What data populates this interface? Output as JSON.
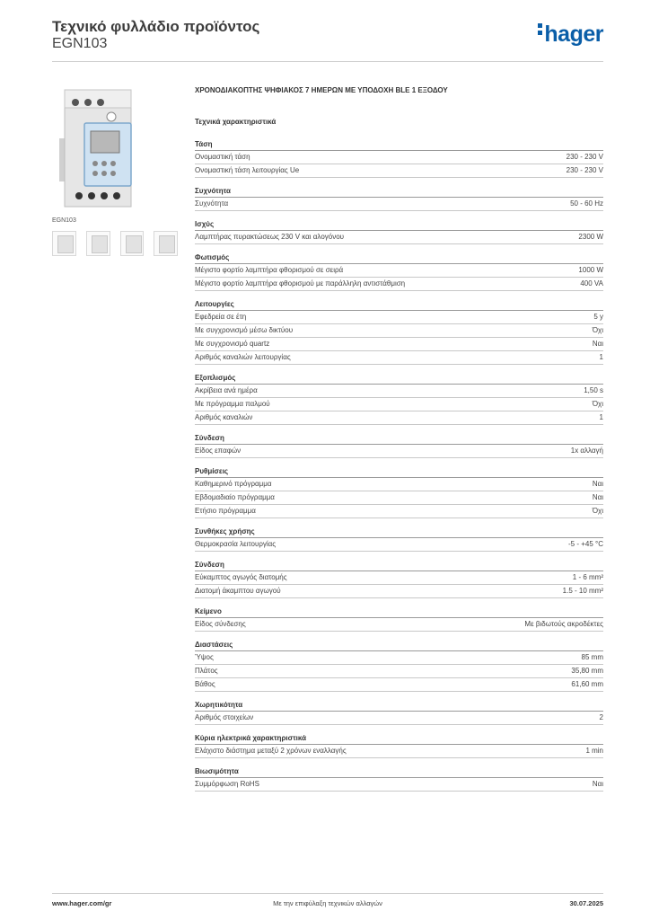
{
  "header": {
    "title": "Τεχνικό φυλλάδιο προϊόντος",
    "code": "EGN103",
    "logo": "hager"
  },
  "product": {
    "name": "ΧΡΟΝΟΔΙΑΚΟΠΤΗΣ ΨΗΦΙΑΚΟΣ 7 ΗΜΕΡΩΝ ΜΕ ΥΠΟΔΟΧΗ BLE 1 ΕΞΟΔΟΥ",
    "image_caption": "EGN103",
    "specs_title": "Τεχνικά χαρακτηριστικά"
  },
  "sections": [
    {
      "title": "Τάση",
      "rows": [
        {
          "label": "Ονομαστική τάση",
          "value": "230 - 230 V"
        },
        {
          "label": "Ονομαστική τάση λειτουργίας Ue",
          "value": "230 - 230 V"
        }
      ]
    },
    {
      "title": "Συχνότητα",
      "rows": [
        {
          "label": "Συχνότητα",
          "value": "50 - 60 Hz"
        }
      ]
    },
    {
      "title": "Ισχύς",
      "rows": [
        {
          "label": "Λαμπτήρας πυρακτώσεως 230 V και αλογόνου",
          "value": "2300 W"
        }
      ]
    },
    {
      "title": "Φωτισμός",
      "rows": [
        {
          "label": "Μέγιστο φορτίο λαμπτήρα φθορισμού σε σειρά",
          "value": "1000 W"
        },
        {
          "label": "Μέγιστο φορτίο λαμπτήρα φθορισμού με παράλληλη αντιστάθμιση",
          "value": "400 VA"
        }
      ]
    },
    {
      "title": "Λειτουργίες",
      "rows": [
        {
          "label": "Εφεδρεία σε έτη",
          "value": "5 y"
        },
        {
          "label": "Με συγχρονισμό μέσω δικτύου",
          "value": "Όχι"
        },
        {
          "label": "Με συγχρονισμό quartz",
          "value": "Ναι"
        },
        {
          "label": "Αριθμός καναλιών λειτουργίας",
          "value": "1"
        }
      ]
    },
    {
      "title": "Εξοπλισμός",
      "rows": [
        {
          "label": "Ακρίβεια ανά ημέρα",
          "value": "1,50 s"
        },
        {
          "label": "Με πρόγραμμα παλμού",
          "value": "Όχι"
        },
        {
          "label": "Αριθμός καναλιών",
          "value": "1"
        }
      ]
    },
    {
      "title": "Σύνδεση",
      "rows": [
        {
          "label": "Είδος επαφών",
          "value": "1x αλλαγή"
        }
      ]
    },
    {
      "title": "Ρυθμίσεις",
      "rows": [
        {
          "label": "Καθημερινό πρόγραμμα",
          "value": "Ναι"
        },
        {
          "label": "Εβδομαδιαίο πρόγραμμα",
          "value": "Ναι"
        },
        {
          "label": "Ετήσιο πρόγραμμα",
          "value": "Όχι"
        }
      ]
    },
    {
      "title": "Συνθήκες χρήσης",
      "rows": [
        {
          "label": "Θερμοκρασία λειτουργίας",
          "value": "-5 - +45 °C"
        }
      ]
    },
    {
      "title": "Σύνδεση",
      "rows": [
        {
          "label": "Εύκαμπτος αγωγός διατομής",
          "value": "1 - 6 mm²"
        },
        {
          "label": "Διατομή άκαμπτου αγωγού",
          "value": "1.5 - 10 mm²"
        }
      ]
    },
    {
      "title": "Κείμενο",
      "rows": [
        {
          "label": "Είδος σύνδεσης",
          "value": "Με βιδωτούς ακροδέκτες"
        }
      ]
    },
    {
      "title": "Διαστάσεις",
      "rows": [
        {
          "label": "Ύψος",
          "value": "85 mm"
        },
        {
          "label": "Πλάτος",
          "value": "35,80 mm"
        },
        {
          "label": "Βάθος",
          "value": "61,60 mm"
        }
      ]
    },
    {
      "title": "Χωρητικότητα",
      "rows": [
        {
          "label": "Αριθμός στοιχείων",
          "value": "2"
        }
      ]
    },
    {
      "title": "Κύρια ηλεκτρικά χαρακτηριστικά",
      "rows": [
        {
          "label": "Ελάχιστο διάστημα μεταξύ 2 χρόνων εναλλαγής",
          "value": "1 min"
        }
      ]
    },
    {
      "title": "Βιωσιμότητα",
      "rows": [
        {
          "label": "Συμμόρφωση RoHS",
          "value": "Ναι"
        }
      ]
    }
  ],
  "footer": {
    "website": "www.hager.com/gr",
    "note": "Με την επιφύλαξη τεχνικών αλλαγών",
    "date": "30.07.2025"
  },
  "colors": {
    "brand": "#0a5ea8",
    "rule": "#c8c8c8"
  }
}
